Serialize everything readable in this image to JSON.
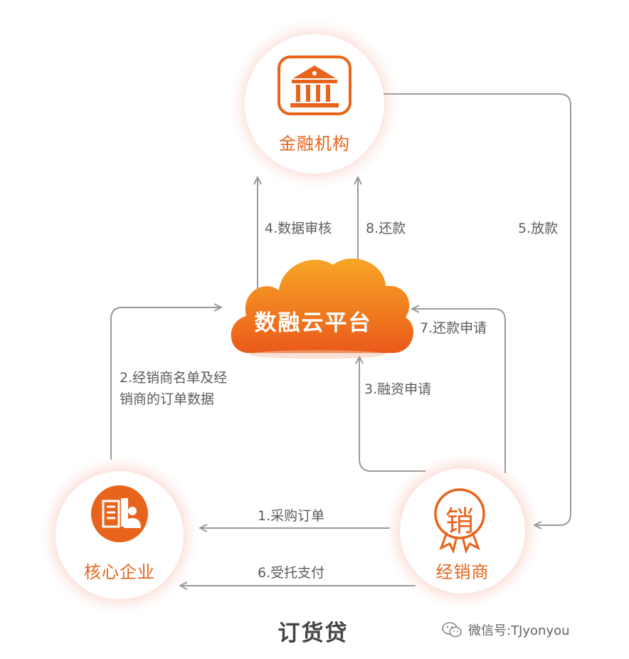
{
  "nodes": {
    "bank": {
      "label": "金融机构",
      "icon": "bank-icon"
    },
    "core": {
      "label": "核心企业",
      "icon": "enterprise-building-icon"
    },
    "dealer": {
      "label": "经销商",
      "icon": "sales-seal-icon",
      "seal_char": "销"
    },
    "platform": {
      "label": "数融云平台",
      "icon": "cloud-icon"
    }
  },
  "flows": [
    {
      "label": "1.采购订单"
    },
    {
      "label": "2.经销商名单及经销商的订单数据",
      "lines": [
        "2.经销商名单及经",
        "销商的订单数据"
      ]
    },
    {
      "label": "3.融资申请"
    },
    {
      "label": "4.数据审核"
    },
    {
      "label": "5.放款"
    },
    {
      "label": "6.受托支付"
    },
    {
      "label": "7.还款申请"
    },
    {
      "label": "8.还款"
    }
  ],
  "footer": {
    "title": "订货贷",
    "watermark": "微信号:TJyonyou"
  },
  "colors": {
    "accent": "#e8641c",
    "cloud_top": "#f7a626",
    "cloud_bottom": "#ea5a1a",
    "arrow": "#9a9a9a",
    "glow": "#f4a08a"
  }
}
